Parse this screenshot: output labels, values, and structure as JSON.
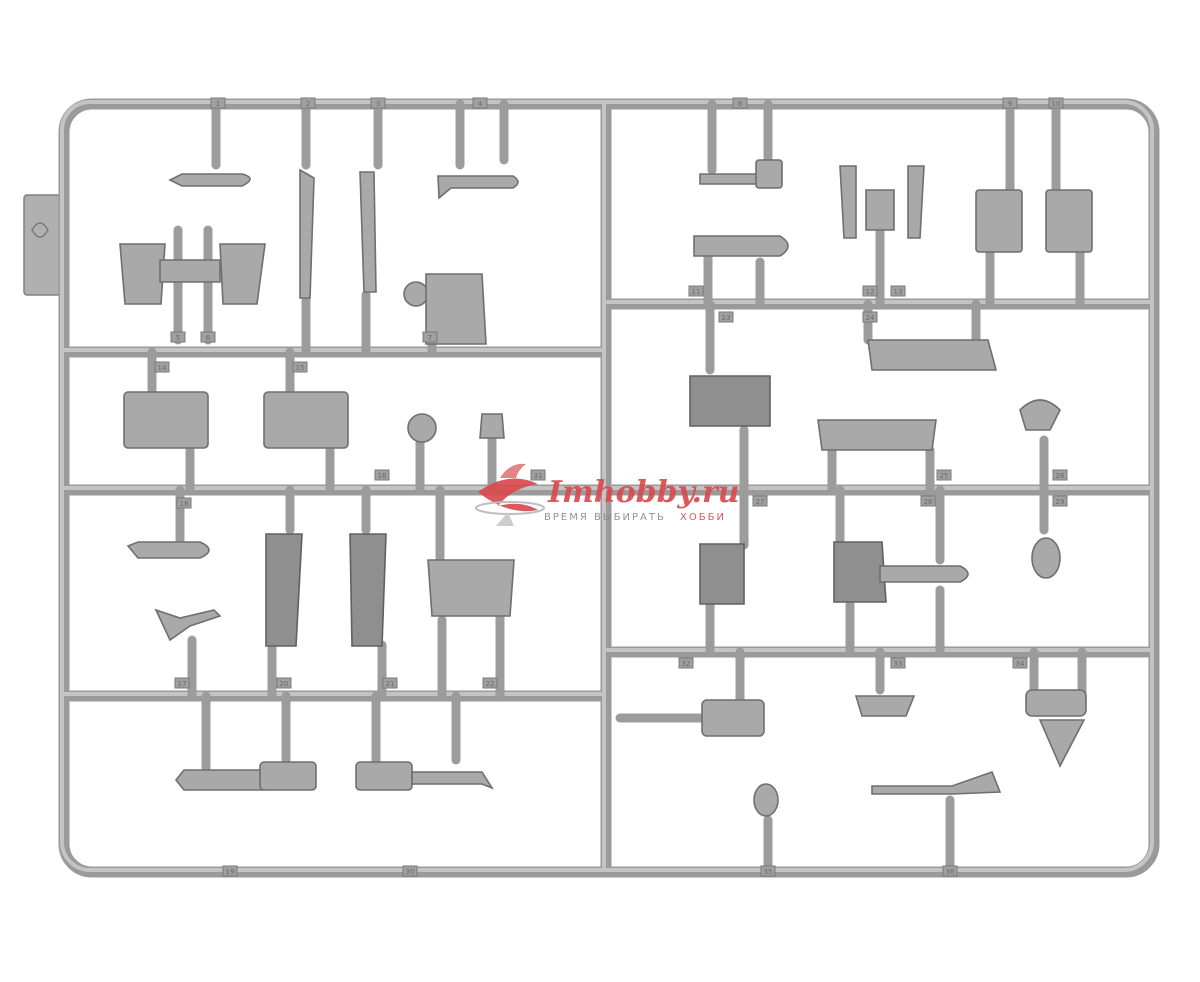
{
  "image": {
    "subject": "sprue",
    "colors": {
      "background": "#ffffff",
      "plastic": "#a9a9a9",
      "watermark_red": "#d84a4f",
      "watermark_grey": "#8a8a8a"
    }
  },
  "watermark": {
    "brand": "Imhobby.ru",
    "tagline_left": "ВРЕМЯ ВЫБИРАТЬ",
    "tagline_right": "ХОББИ"
  },
  "part_numbers": [
    "1",
    "2",
    "3",
    "4",
    "5",
    "6",
    "7",
    "8",
    "9",
    "10",
    "11",
    "12",
    "13",
    "14",
    "15",
    "16",
    "17",
    "18",
    "19",
    "20",
    "21",
    "22",
    "23",
    "24",
    "25",
    "26",
    "27",
    "28",
    "29",
    "30",
    "31",
    "32",
    "33",
    "34",
    "35",
    "36"
  ]
}
